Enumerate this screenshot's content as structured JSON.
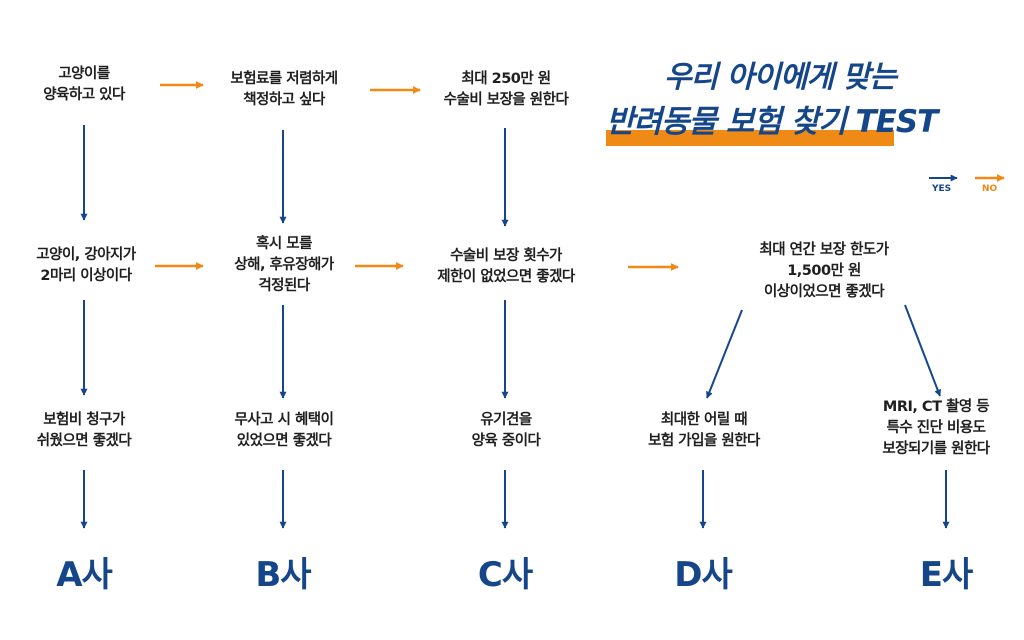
{
  "title": {
    "line1": "우리 아이에게 맞는",
    "line2": "반려동물 보험 찾기 TEST"
  },
  "legend": {
    "yes": "YES",
    "no": "NO"
  },
  "colors": {
    "yes": "#15468a",
    "no": "#ef8a17",
    "text": "#1f1f1f"
  },
  "nodes": {
    "n1": [
      "고양이를",
      "양육하고 있다"
    ],
    "n2": [
      "보험료를 저렴하게",
      "책정하고 싶다"
    ],
    "n3": [
      "최대 250만 원",
      "수술비 보장을 원한다"
    ],
    "n4": [
      "고양이, 강아지가",
      "2마리 이상이다"
    ],
    "n5": [
      "혹시 모를",
      "상해, 후유장해가",
      "걱정된다"
    ],
    "n6": [
      "수술비 보장 횟수가",
      "제한이 없었으면 좋겠다"
    ],
    "n7": [
      "최대 연간 보장 한도가",
      "1,500만 원",
      "이상이었으면 좋겠다"
    ],
    "n8": [
      "보험비 청구가",
      "쉬웠으면 좋겠다"
    ],
    "n9": [
      "무사고 시 혜택이",
      "있었으면 좋겠다"
    ],
    "n10": [
      "유기견을",
      "양육 중이다"
    ],
    "n11": [
      "최대한 어릴 때",
      "보험 가입을 원한다"
    ],
    "n12": [
      "MRI, CT 촬영 등",
      "특수 진단 비용도",
      "보장되기를 원한다"
    ]
  },
  "results": {
    "a": "A사",
    "b": "B사",
    "c": "C사",
    "d": "D사",
    "e": "E사"
  }
}
